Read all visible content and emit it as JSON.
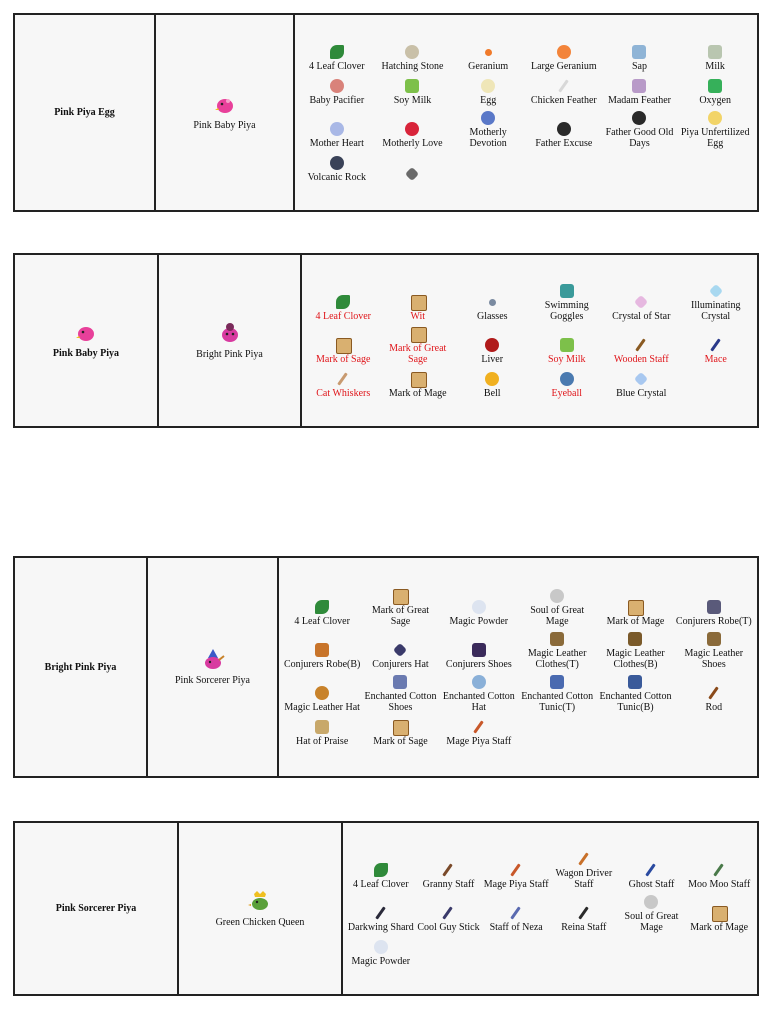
{
  "tables": [
    {
      "pet": "Pink Piya Egg",
      "result": "Pink Baby Piya",
      "items": [
        {
          "label": "4 Leaf Clover",
          "icon": "clover-icon",
          "color": "#2f8a3a",
          "shape": "leaf"
        },
        {
          "label": "Hatching Stone",
          "icon": "hatching-stone-icon",
          "color": "#c9c0a8",
          "shape": "round"
        },
        {
          "label": "Geranium",
          "icon": "geranium-icon",
          "color": "#f07a2a",
          "shape": "dot"
        },
        {
          "label": "Large Geranium",
          "icon": "large-geranium-icon",
          "color": "#f3843a",
          "shape": "round"
        },
        {
          "label": "Sap",
          "icon": "sap-icon",
          "color": "#8fb4d6",
          "shape": "box"
        },
        {
          "label": "Milk",
          "icon": "milk-icon",
          "color": "#b9c6b0",
          "shape": "box"
        },
        {
          "label": "Baby Pacifier",
          "icon": "pacifier-icon",
          "color": "#d9827a",
          "shape": "round"
        },
        {
          "label": "Soy Milk",
          "icon": "soy-milk-icon",
          "color": "#7dc04a",
          "shape": "box"
        },
        {
          "label": "Egg",
          "icon": "egg-icon",
          "color": "#efe6b8",
          "shape": "round"
        },
        {
          "label": "Chicken Feather",
          "icon": "feather-icon",
          "color": "#d8d8d8",
          "shape": "stick"
        },
        {
          "label": "Madam Feather",
          "icon": "madam-feather-icon",
          "color": "#b89ac8",
          "shape": "box"
        },
        {
          "label": "Oxygen",
          "icon": "oxygen-icon",
          "color": "#36b05a",
          "shape": "box"
        },
        {
          "label": "Mother Heart",
          "icon": "mother-heart-icon",
          "color": "#a9b8e6",
          "shape": "round"
        },
        {
          "label": "Motherly Love",
          "icon": "motherly-love-icon",
          "color": "#d8243a",
          "shape": "round"
        },
        {
          "label": "Motherly Devotion",
          "icon": "devotion-icon",
          "color": "#5a78c8",
          "shape": "round"
        },
        {
          "label": "Father Excuse",
          "icon": "father-excuse-icon",
          "color": "#2a2a2a",
          "shape": "round"
        },
        {
          "label": "Father Good Old Days",
          "icon": "father-days-icon",
          "color": "#2a2a2a",
          "shape": "round"
        },
        {
          "label": "Piya Unfertilized Egg",
          "icon": "piya-egg-icon",
          "color": "#f2d468",
          "shape": "round"
        },
        {
          "label": "Volcanic Rock",
          "icon": "volcanic-rock-icon",
          "color": "#3a4258",
          "shape": "round"
        },
        {
          "label": "",
          "icon": "crystal-shard-icon",
          "color": "#6a6a6a",
          "shape": "gem"
        }
      ]
    },
    {
      "pet": "Pink Baby Piya",
      "result": "Bright Pink Piya",
      "items": [
        {
          "label": "4 Leaf Clover",
          "icon": "clover-icon",
          "color": "#2f8a3a",
          "shape": "leaf",
          "red": true
        },
        {
          "label": "Wit",
          "icon": "wit-scroll-icon",
          "color": "#d9b070",
          "shape": "scroll",
          "red": true
        },
        {
          "label": "Glasses",
          "icon": "glasses-icon",
          "color": "#7a8aa0",
          "shape": "dot"
        },
        {
          "label": "Swimming Goggles",
          "icon": "goggles-icon",
          "color": "#3a9a9a",
          "shape": "box"
        },
        {
          "label": "Crystal of Star",
          "icon": "star-crystal-icon",
          "color": "#e6b8e0",
          "shape": "gem"
        },
        {
          "label": "Illuminating Crystal",
          "icon": "illuminating-crystal-icon",
          "color": "#a8d8f0",
          "shape": "gem"
        },
        {
          "label": "Mark of Sage",
          "icon": "sage-scroll-icon",
          "color": "#d9b070",
          "shape": "scroll",
          "red": true
        },
        {
          "label": "Mark of Great Sage",
          "icon": "great-sage-scroll-icon",
          "color": "#d9b070",
          "shape": "scroll",
          "red": true
        },
        {
          "label": "Liver",
          "icon": "liver-icon",
          "color": "#b01a1a",
          "shape": "round"
        },
        {
          "label": "Soy Milk",
          "icon": "soy-milk-icon",
          "color": "#7dc04a",
          "shape": "box",
          "red": true
        },
        {
          "label": "Wooden Staff",
          "icon": "wooden-staff-icon",
          "color": "#8a5a22",
          "shape": "stick",
          "red": true
        },
        {
          "label": "Mace",
          "icon": "mace-icon",
          "color": "#2a3a8a",
          "shape": "stick",
          "red": true
        },
        {
          "label": "Cat Whiskers",
          "icon": "whiskers-icon",
          "color": "#c89a70",
          "shape": "stick",
          "red": true
        },
        {
          "label": "Mark of Mage",
          "icon": "mage-scroll-icon",
          "color": "#d9b070",
          "shape": "scroll"
        },
        {
          "label": "Bell",
          "icon": "bell-icon",
          "color": "#f0b020",
          "shape": "round"
        },
        {
          "label": "Eyeball",
          "icon": "eyeball-icon",
          "color": "#4a7ab0",
          "shape": "round",
          "red": true
        },
        {
          "label": "Blue Crystal",
          "icon": "blue-crystal-icon",
          "color": "#a8c8f0",
          "shape": "gem"
        }
      ]
    },
    {
      "pet": "Bright Pink Piya",
      "result": "Pink Sorcerer Piya",
      "items": [
        {
          "label": "4 Leaf Clover",
          "icon": "clover-icon",
          "color": "#2f8a3a",
          "shape": "leaf"
        },
        {
          "label": "Mark of Great Sage",
          "icon": "great-sage-scroll-icon",
          "color": "#d9b070",
          "shape": "scroll"
        },
        {
          "label": "Magic Powder",
          "icon": "magic-powder-icon",
          "color": "#dde4f0",
          "shape": "round"
        },
        {
          "label": "Soul of Great Mage",
          "icon": "soul-icon",
          "color": "#c8c8c8",
          "shape": "round"
        },
        {
          "label": "Mark of Mage",
          "icon": "mage-scroll-icon",
          "color": "#d9b070",
          "shape": "scroll"
        },
        {
          "label": "Conjurers Robe(T)",
          "icon": "robe-t-icon",
          "color": "#5a5a7a",
          "shape": "box"
        },
        {
          "label": "Conjurers Robe(B)",
          "icon": "robe-b-icon",
          "color": "#c8742a",
          "shape": "box"
        },
        {
          "label": "Conjurers Hat",
          "icon": "conjurers-hat-icon",
          "color": "#3a3a6a",
          "shape": "gem"
        },
        {
          "label": "Conjurers Shoes",
          "icon": "conjurers-shoes-icon",
          "color": "#3a2a5a",
          "shape": "box"
        },
        {
          "label": "Magic Leather Clothes(T)",
          "icon": "leather-t-icon",
          "color": "#8a6a3a",
          "shape": "box"
        },
        {
          "label": "Magic Leather Clothes(B)",
          "icon": "leather-b-icon",
          "color": "#7a5a2a",
          "shape": "box"
        },
        {
          "label": "Magic Leather Shoes",
          "icon": "leather-shoes-icon",
          "color": "#8a6a3a",
          "shape": "box"
        },
        {
          "label": "Magic Leather Hat",
          "icon": "leather-hat-icon",
          "color": "#c8822a",
          "shape": "round"
        },
        {
          "label": "Enchanted Cotton Shoes",
          "icon": "cotton-shoes-icon",
          "color": "#6a7ab0",
          "shape": "box"
        },
        {
          "label": "Enchanted Cotton Hat",
          "icon": "cotton-hat-icon",
          "color": "#8ab0d8",
          "shape": "round"
        },
        {
          "label": "Enchanted Cotton Tunic(T)",
          "icon": "cotton-tunic-t-icon",
          "color": "#4a6ab0",
          "shape": "box"
        },
        {
          "label": "Enchanted Cotton Tunic(B)",
          "icon": "cotton-tunic-b-icon",
          "color": "#3a5a9a",
          "shape": "box"
        },
        {
          "label": "Rod",
          "icon": "rod-icon",
          "color": "#8a4a1a",
          "shape": "stick"
        },
        {
          "label": "Hat of Praise",
          "icon": "praise-hat-icon",
          "color": "#c8a86a",
          "shape": "box"
        },
        {
          "label": "Mark of Sage",
          "icon": "sage-scroll-icon",
          "color": "#d9b070",
          "shape": "scroll"
        },
        {
          "label": "Mage Piya Staff",
          "icon": "mage-staff-icon",
          "color": "#c8582a",
          "shape": "stick"
        }
      ]
    },
    {
      "pet": "Pink Sorcerer Piya",
      "result": "Green Chicken Queen",
      "items": [
        {
          "label": "4 Leaf Clover",
          "icon": "clover-icon",
          "color": "#2f8a3a",
          "shape": "leaf"
        },
        {
          "label": "Granny Staff",
          "icon": "granny-staff-icon",
          "color": "#7a4a2a",
          "shape": "stick"
        },
        {
          "label": "Mage Piya Staff",
          "icon": "mage-staff-icon",
          "color": "#c8582a",
          "shape": "stick"
        },
        {
          "label": "Wagon Driver Staff",
          "icon": "wagon-staff-icon",
          "color": "#c8702a",
          "shape": "stick"
        },
        {
          "label": "Ghost Staff",
          "icon": "ghost-staff-icon",
          "color": "#2a4aa0",
          "shape": "stick"
        },
        {
          "label": "Moo Moo Staff",
          "icon": "moo-staff-icon",
          "color": "#4a7a4a",
          "shape": "stick"
        },
        {
          "label": "Darkwing Shard",
          "icon": "darkwing-icon",
          "color": "#2a2a3a",
          "shape": "stick"
        },
        {
          "label": "Cool Guy Stick",
          "icon": "cool-stick-icon",
          "color": "#3a3a6a",
          "shape": "stick"
        },
        {
          "label": "Staff of Neza",
          "icon": "neza-staff-icon",
          "color": "#5a6ab0",
          "shape": "stick"
        },
        {
          "label": "Reina Staff",
          "icon": "reina-staff-icon",
          "color": "#2a2a2a",
          "shape": "stick"
        },
        {
          "label": "Soul of Great Mage",
          "icon": "soul-icon",
          "color": "#c8c8c8",
          "shape": "round"
        },
        {
          "label": "Mark of Mage",
          "icon": "mage-scroll-icon",
          "color": "#d9b070",
          "shape": "scroll"
        },
        {
          "label": "Magic Powder",
          "icon": "magic-powder-icon",
          "color": "#dde4f0",
          "shape": "round"
        }
      ]
    }
  ],
  "colors": {
    "required_item_text": "#e0151a",
    "table_background": "#f7f7f7",
    "border": "#222222"
  },
  "pet_icons": {
    "Pink Piya Egg": {
      "icon": "pink-piya-icon",
      "color": "#e8409a"
    },
    "Pink Baby Piya": {
      "icon": "pink-piya-icon",
      "color": "#e8409a"
    },
    "Bright Pink Piya": {
      "icon": "bright-pink-piya-icon",
      "color": "#d83aa0"
    },
    "Pink Sorcerer Piya": {
      "icon": "sorcerer-piya-icon",
      "color": "#3a5ac8"
    },
    "Green Chicken Queen": {
      "icon": "chicken-queen-icon",
      "color": "#5aa03a"
    }
  }
}
